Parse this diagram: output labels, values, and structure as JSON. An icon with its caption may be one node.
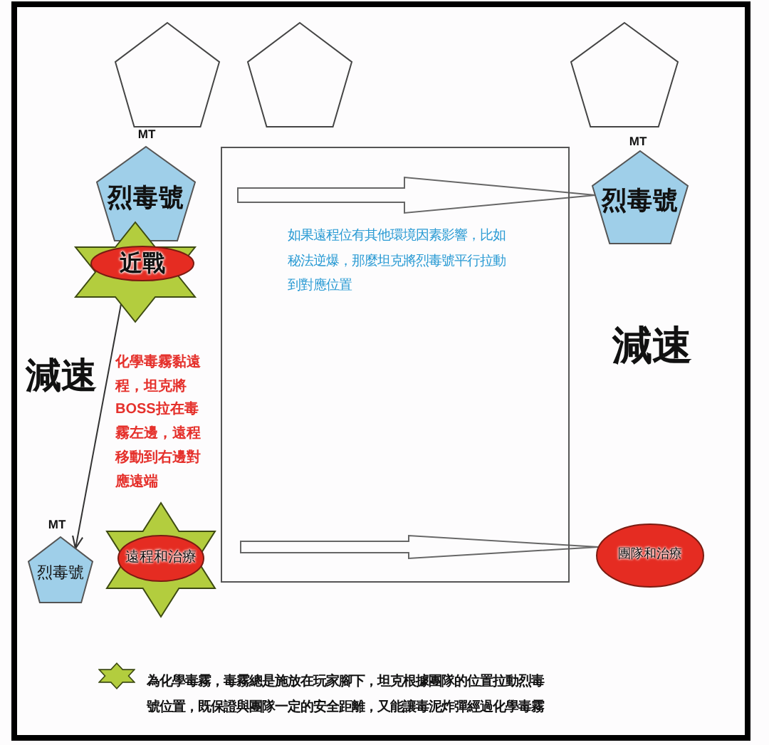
{
  "diagram": {
    "nodes": [
      {
        "text": [],
        "shape": "pentagon"
      },
      {
        "text": [],
        "shape": "pentagon"
      },
      {
        "text": [],
        "shape": "pentagon"
      },
      {
        "text": [
          "烈毒號"
        ],
        "beside": [
          "MT"
        ]
      },
      {
        "text": [
          "如果遠程位有其他環境因素影響，比如秘法逆爆，那麼坦克將烈毒號平行拉動到對應位置"
        ]
      },
      {
        "text": [
          "烈毒號"
        ],
        "beside": [
          "MT"
        ]
      },
      {
        "text": [],
        "shape": "star"
      },
      {
        "text": [
          "近戰"
        ],
        "in": 6
      },
      {
        "text": [
          "烈毒號"
        ],
        "beside": [
          "MT"
        ]
      },
      {
        "text": [],
        "shape": "star"
      },
      {
        "text": [
          "遠程和治療"
        ],
        "in": 9
      },
      {
        "text": [
          "團隊和治療"
        ]
      }
    ],
    "edges": [
      {
        "from": null,
        "to": 5,
        "arrow": "to",
        "style": "thick"
      },
      {
        "from": null,
        "to": 11,
        "arrow": "to",
        "style": "thick"
      },
      {
        "from": 6,
        "to": 8,
        "arrow": "to"
      }
    ],
    "labels": [
      "減速",
      "減速",
      "化學毒霧黏遠程，坦克將BOSS拉在毒霧左邊，遠程移動到右邊對應遠端"
    ],
    "legend": [
      {
        "text": "為化學毒霧，毒霧總是施放在玩家腳下，坦克根據團隊的位置拉動烈毒號位置，既保證與團隊一定的安全距離，又能讓毒泥炸彈經過化學毒霧"
      }
    ]
  }
}
